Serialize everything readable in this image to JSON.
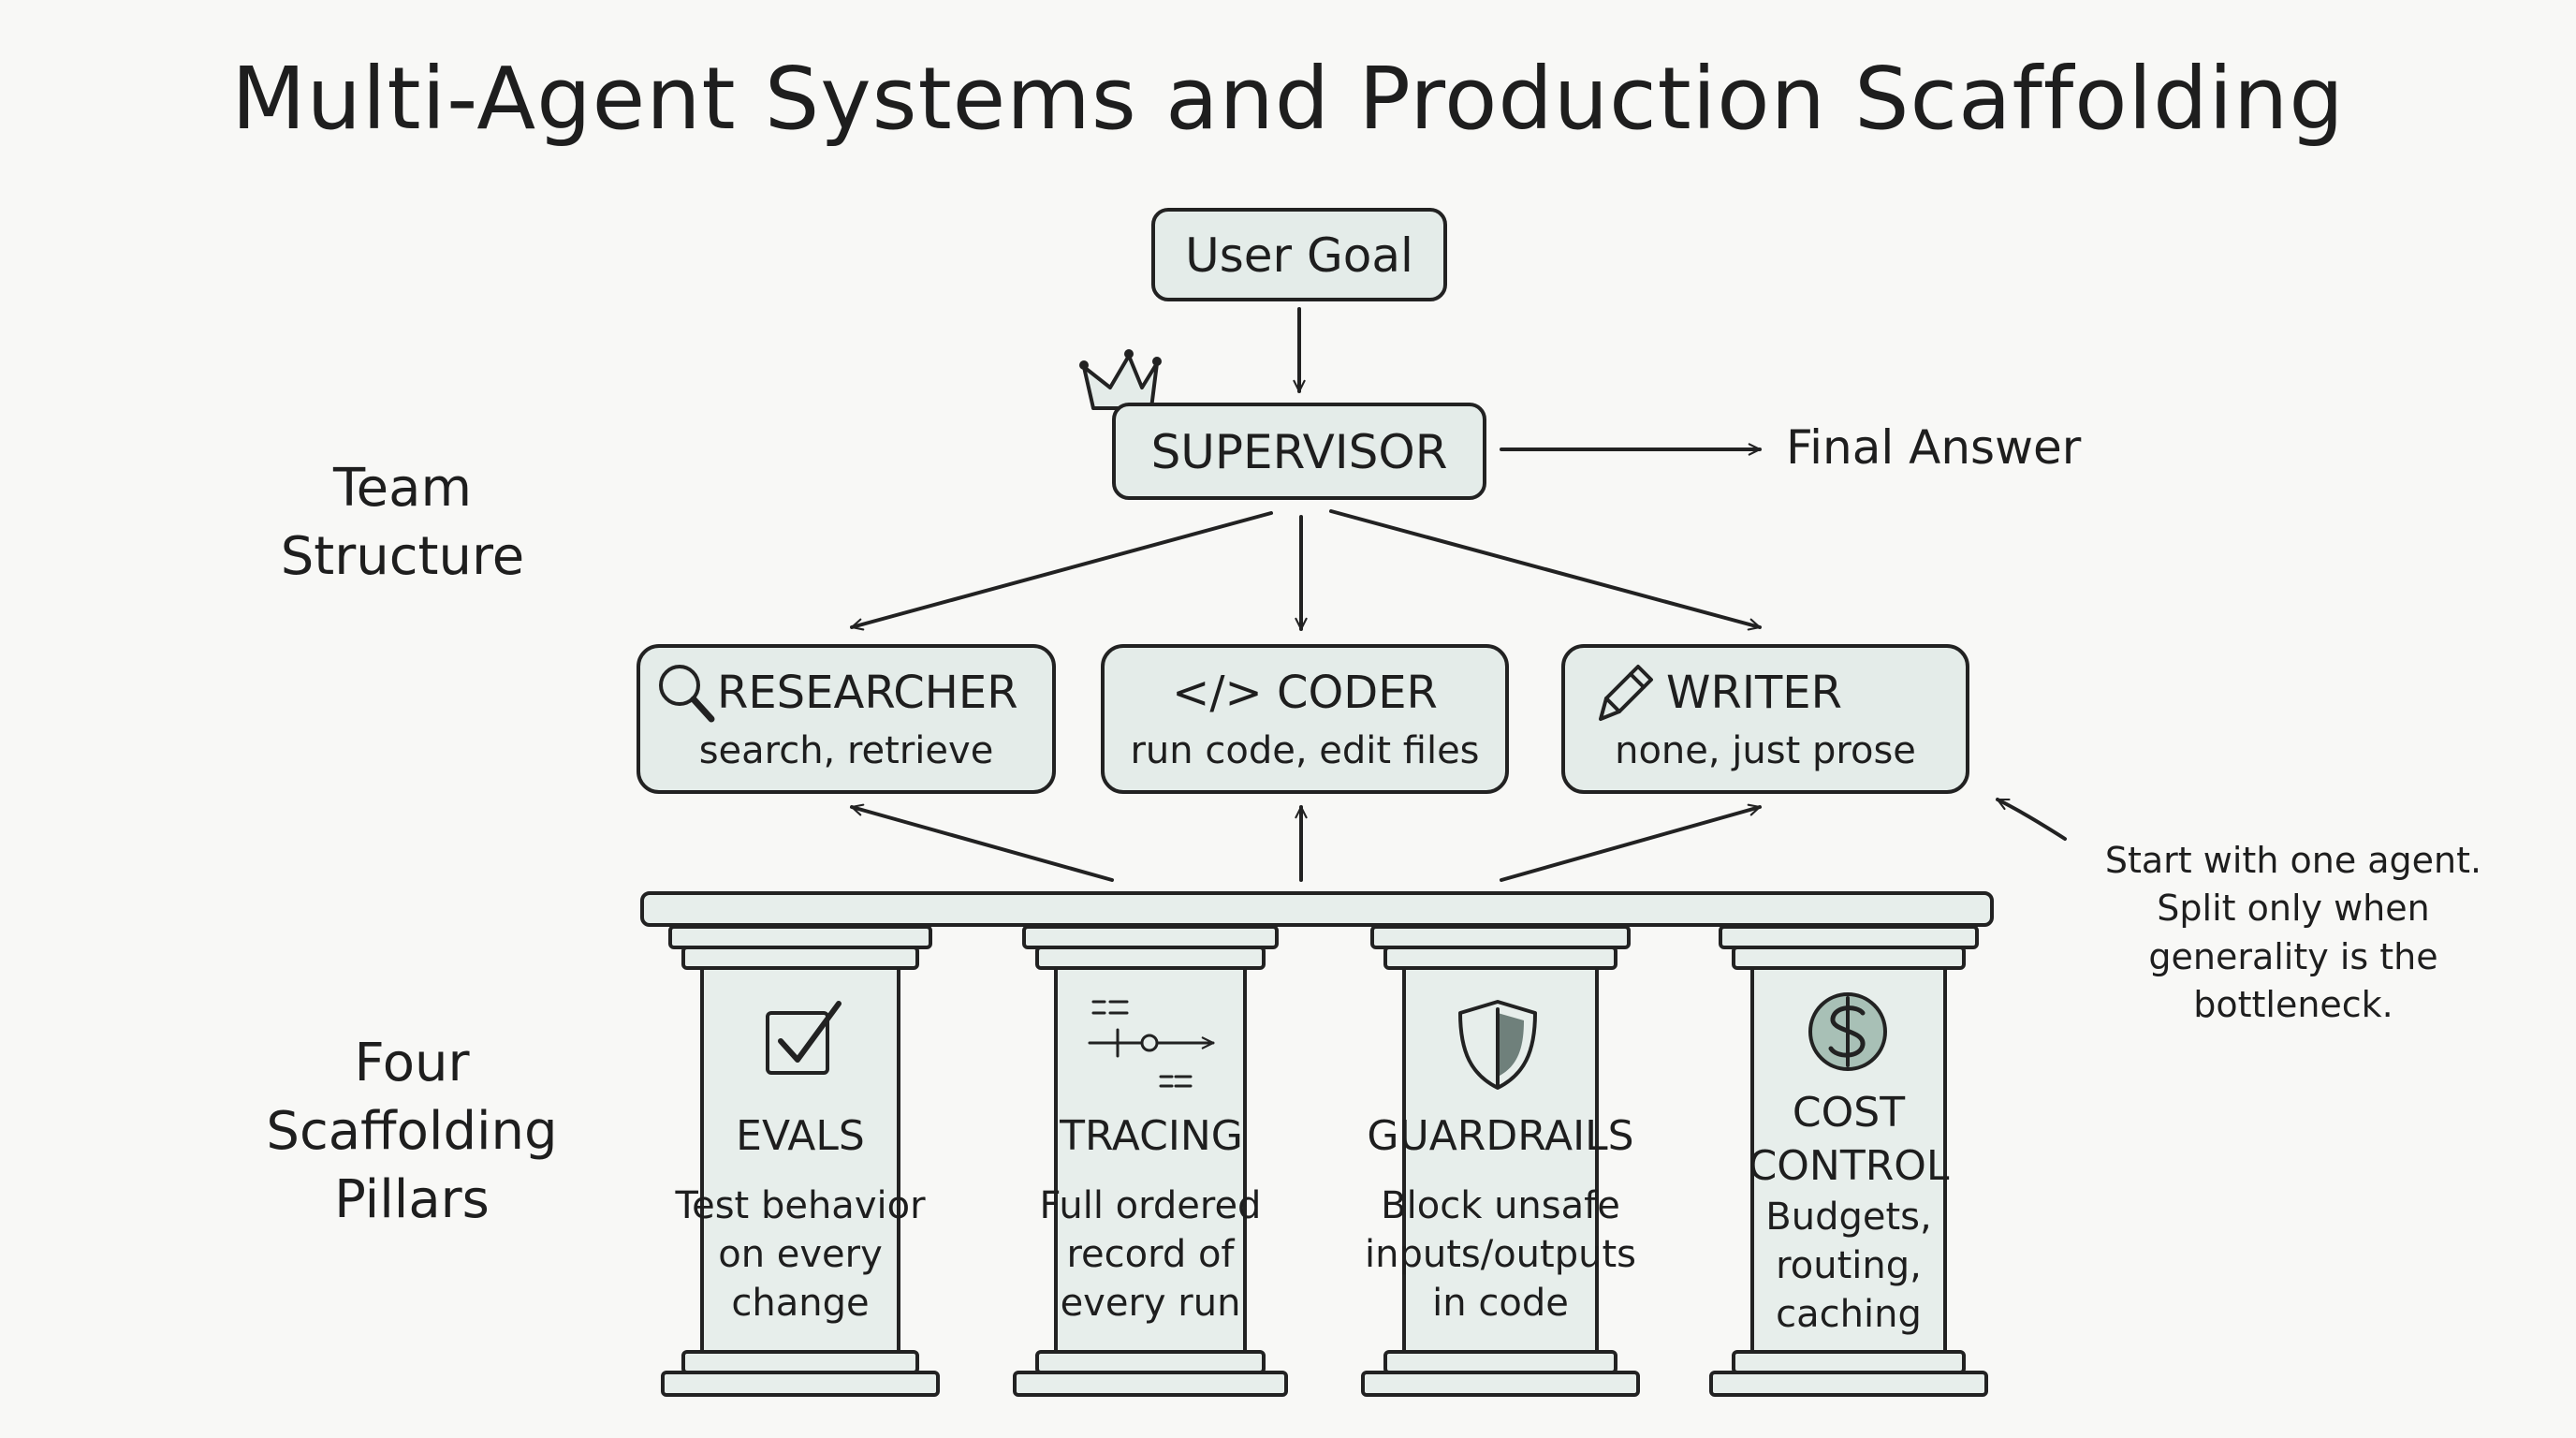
{
  "title": "Multi-Agent Systems and Production Scaffolding",
  "flow": {
    "user_goal": "User Goal",
    "supervisor": "SUPERVISOR",
    "final_answer": "Final Answer"
  },
  "side_labels": {
    "team_line1": "Team",
    "team_line2": "Structure",
    "pillars_line1": "Four",
    "pillars_line2": "Scaffolding",
    "pillars_line3": "Pillars"
  },
  "agents": [
    {
      "icon": "magnifier-icon",
      "title": "RESEARCHER",
      "subtitle": "search, retrieve"
    },
    {
      "icon": "code-icon",
      "title": "</> CODER",
      "subtitle": "run code, edit files"
    },
    {
      "icon": "pencil-icon",
      "title": "WRITER",
      "subtitle": "none, just prose"
    }
  ],
  "pillars": [
    {
      "icon": "checkbox-icon",
      "title": "EVALS",
      "line1": "Test behavior",
      "line2": "on every",
      "line3": "change"
    },
    {
      "icon": "trace-icon",
      "title": "TRACING",
      "line1": "Full ordered",
      "line2": "record of",
      "line3": "every run"
    },
    {
      "icon": "shield-icon",
      "title": "GUARDRAILS",
      "line1": "Block unsafe",
      "line2": "inputs/outputs",
      "line3": "in code"
    },
    {
      "icon": "dollar-icon",
      "title": "COST CONTROL",
      "title_line1": "COST",
      "title_line2": "CONTROL",
      "line1": "Budgets,",
      "line2": "routing,",
      "line3": "caching"
    }
  ],
  "note": {
    "line1": "Start with one agent.",
    "line2": "Split only when",
    "line3": "generality is the",
    "line4": "bottleneck."
  },
  "colors": {
    "box_fill": "#e4ece9",
    "ink": "#222222",
    "background": "#f8f8f6"
  }
}
